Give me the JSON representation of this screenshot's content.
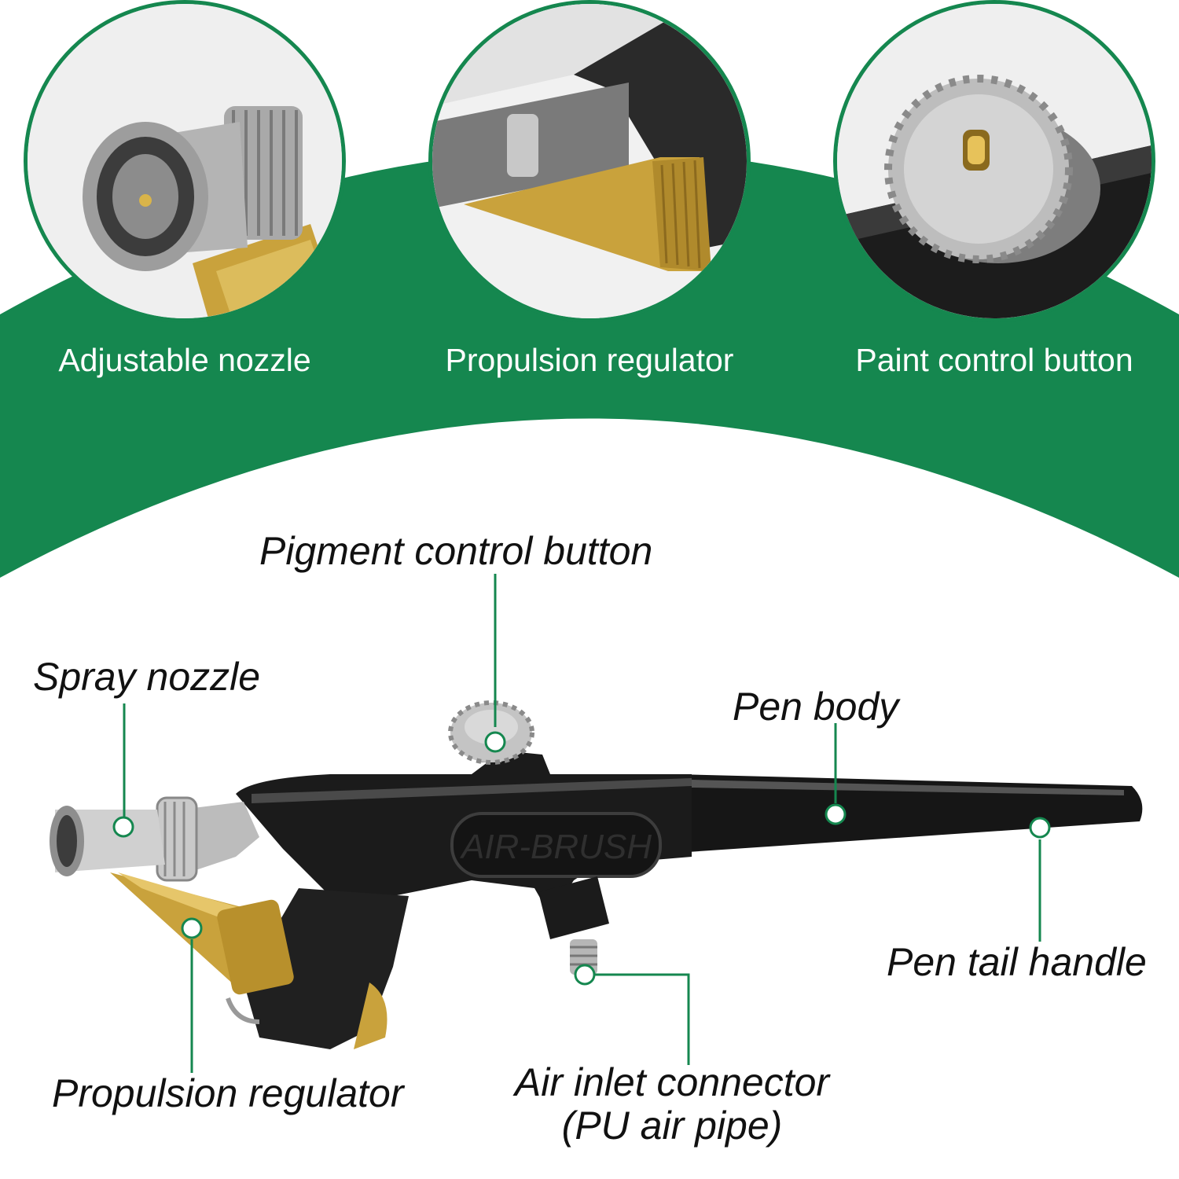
{
  "colors": {
    "brand_green": "#15874f",
    "brass": "#c9a23c",
    "chrome": "#b8b8b8",
    "body_black": "#1b1b1b"
  },
  "detail_panels": [
    {
      "label": "Adjustable nozzle"
    },
    {
      "label": "Propulsion regulator"
    },
    {
      "label": "Paint control button"
    }
  ],
  "product": {
    "embossed_text": "AIR-BRUSH"
  },
  "callouts": {
    "pigment_control_button": "Pigment control button",
    "spray_nozzle": "Spray nozzle",
    "pen_body": "Pen body",
    "pen_tail_handle": "Pen tail handle",
    "propulsion_regulator": "Propulsion regulator",
    "air_inlet_connector_line1": "Air inlet connector",
    "air_inlet_connector_line2": "(PU air pipe)"
  }
}
